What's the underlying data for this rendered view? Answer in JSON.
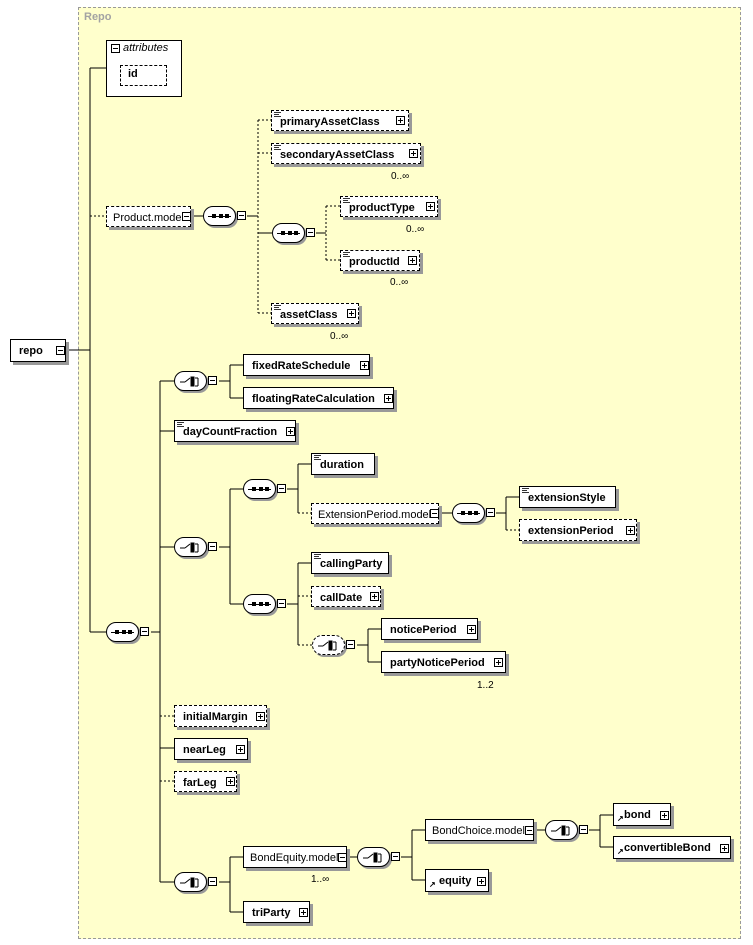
{
  "panel": {
    "title": "Repo"
  },
  "root": {
    "label": "repo"
  },
  "attributes": {
    "header": "attributes",
    "items": [
      "id"
    ]
  },
  "nodes": {
    "product_model": "Product.model",
    "primaryAssetClass": "primaryAssetClass",
    "secondaryAssetClass": "secondaryAssetClass",
    "productType": "productType",
    "productId": "productId",
    "assetClass": "assetClass",
    "fixedRateSchedule": "fixedRateSchedule",
    "floatingRateCalculation": "floatingRateCalculation",
    "dayCountFraction": "dayCountFraction",
    "duration": "duration",
    "extensionPeriod_model": "ExtensionPeriod.model",
    "extensionStyle": "extensionStyle",
    "extensionPeriod": "extensionPeriod",
    "callingParty": "callingParty",
    "callDate": "callDate",
    "noticePeriod": "noticePeriod",
    "partyNoticePeriod": "partyNoticePeriod",
    "initialMargin": "initialMargin",
    "nearLeg": "nearLeg",
    "farLeg": "farLeg",
    "bondEquity_model": "BondEquity.model",
    "bondChoice_model": "BondChoice.model",
    "bond": "bond",
    "convertibleBond": "convertibleBond",
    "equity": "equity",
    "triParty": "triParty"
  },
  "cardinality": {
    "secondaryAssetClass": "0..∞",
    "productType": "0..∞",
    "productId": "0..∞",
    "assetClass": "0..∞",
    "partyNoticePeriod": "1..2",
    "bondEquity": "1..∞"
  },
  "colors": {
    "canvas": "#ffffcc",
    "shadow": "#999999",
    "panel_title": "#a3a3a3"
  }
}
